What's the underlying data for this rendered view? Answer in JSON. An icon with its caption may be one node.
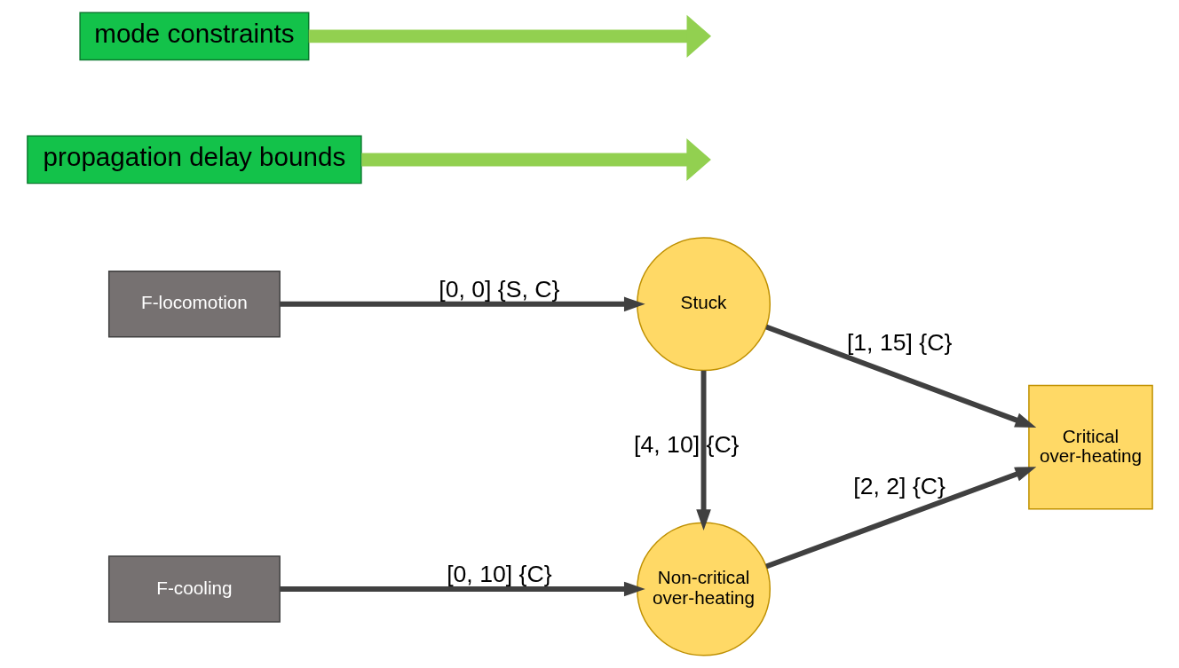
{
  "diagram": {
    "nodes": [
      {
        "text": [
          "F-cooling"
        ]
      },
      {
        "text": [
          "F-locomotion"
        ]
      },
      {
        "text": [
          "Non-critical over-heating"
        ]
      },
      {
        "text": [
          "Stuck"
        ]
      },
      {
        "text": [
          "Critical over-heating"
        ]
      },
      {
        "text": [
          "propagation delay bounds"
        ]
      },
      {
        "text": [
          "mode constraints"
        ]
      }
    ],
    "edges": [
      {
        "from": 0,
        "to": 2,
        "arrow": "to",
        "label": "[0, 10] {C}"
      },
      {
        "from": 1,
        "to": 3,
        "arrow": "to",
        "label": "[0, 0] {S, C}"
      },
      {
        "from": 3,
        "to": 2,
        "arrow": "to",
        "label": "[4, 10] {C}"
      },
      {
        "from": 2,
        "to": 4,
        "arrow": "to",
        "label": "[2, 2] {C}"
      },
      {
        "from": 3,
        "to": 4,
        "arrow": "to",
        "label": "[1, 15] {C}"
      },
      {
        "from": 5,
        "to": null,
        "arrow": "to",
        "style": "thick",
        "color": "#92d050"
      },
      {
        "from": 6,
        "to": null,
        "arrow": "to",
        "style": "thick",
        "color": "#92d050"
      }
    ]
  }
}
